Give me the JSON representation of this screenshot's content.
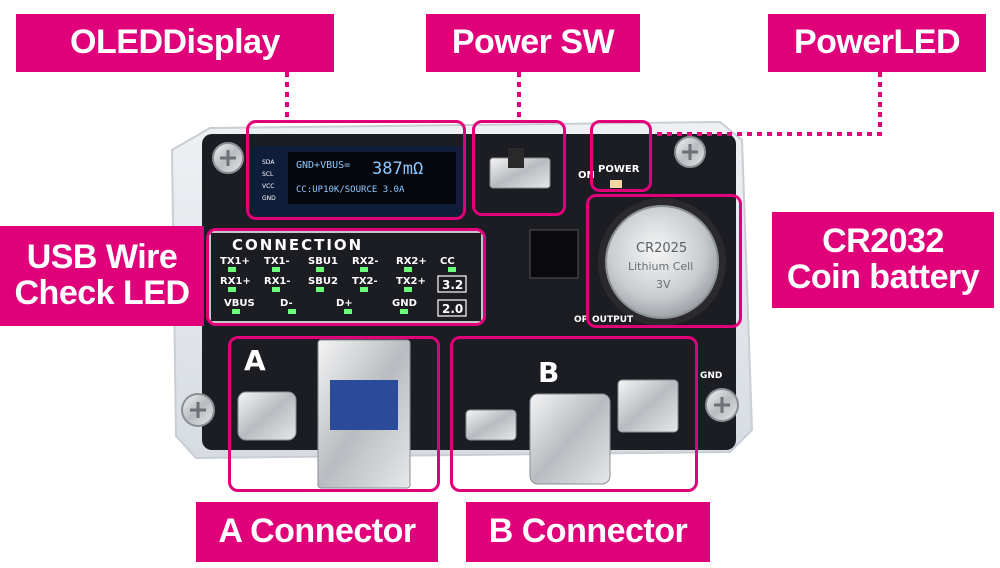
{
  "callouts": {
    "oled": "OLEDDisplay",
    "power_sw": "Power SW",
    "power_led": "PowerLED",
    "wire_led": "USB Wire\nCheck LED",
    "battery": "CR2032\nCoin battery",
    "a_conn": "A Connector",
    "b_conn": "B Connector"
  },
  "board": {
    "oled_line1": "GND+VBUS=",
    "oled_value": "387mΩ",
    "oled_line2": "CC:UP10K/SOURCE 3.0A",
    "oled_pins": [
      "SDA",
      "SCL",
      "VCC",
      "GND"
    ],
    "power_label": "POWER",
    "on_label": "ON",
    "connection_title": "CONNECTION",
    "row1": [
      "TX1+",
      "TX1-",
      "SBU1",
      "RX2-",
      "RX2+",
      "CC"
    ],
    "row2": [
      "RX1+",
      "RX1-",
      "SBU2",
      "TX2-",
      "TX2+"
    ],
    "row3": [
      "VBUS",
      "D-",
      "D+",
      "GND"
    ],
    "ver_32": "3.2",
    "ver_20": "2.0",
    "label_a": "A",
    "label_b": "B",
    "battery_text1": "CR2025",
    "battery_text2": "Lithium Cell",
    "battery_text3": "3V",
    "gnd_label": "GND",
    "op_label": "OP",
    "output_label": "OUTPUT"
  },
  "colors": {
    "accent": "#e0007a",
    "pcb": "#1c1d22",
    "led_green": "#6bff7a"
  }
}
